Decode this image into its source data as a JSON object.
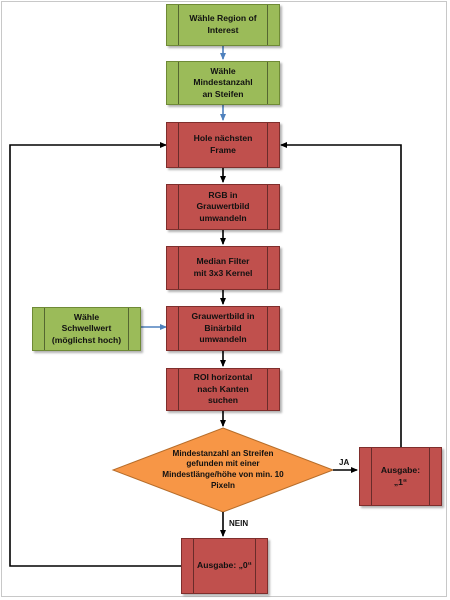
{
  "nodes": {
    "select_roi": "Wähle Region of\nInterest",
    "min_stripes": "Wähle\nMindestanzahl\nan Steifen",
    "next_frame": "Hole nächsten\nFrame",
    "rgb_gray": "RGB in\nGrauwertbild\numwandeln",
    "median": "Median Filter\nmit 3x3 Kernel",
    "threshold": "Wähle\nSchwellwert\n(möglichst hoch)",
    "gray_binary": "Grauwertbild in\nBinärbild\numwandeln",
    "roi_search": "ROI horizontal\nnach Kanten\nsuchen",
    "decision": "Mindestanzahl an Streifen\ngefunden mit einer\nMindestlänge/höhe von min. 10\nPixeln",
    "output_one": "Ausgabe: „1“",
    "output_zero": "Ausgabe: „0“"
  },
  "edge_labels": {
    "yes": "JA",
    "no": "NEIN"
  },
  "colors": {
    "process_green": "#9bbb59",
    "process_red": "#c0504d",
    "decision_orange": "#f79646",
    "arrow_blue": "#4f81bd",
    "arrow_black": "#000000"
  }
}
